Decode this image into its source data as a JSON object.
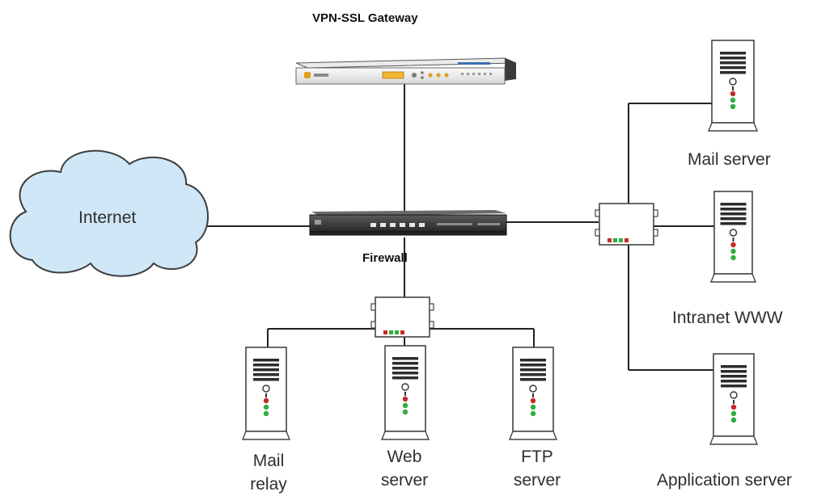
{
  "labels": {
    "vpn": "VPN-SSL Gateway",
    "firewall": "Firewall",
    "internet": "Internet",
    "mail_server": "Mail server",
    "intranet": "Intranet WWW",
    "app_server": "Application server",
    "mail_relay_1": "Mail",
    "mail_relay_2": "relay",
    "web_1": "Web",
    "web_2": "server",
    "ftp_1": "FTP",
    "ftp_2": "server"
  },
  "colors": {
    "cloud_fill": "#cfe7f7",
    "cloud_stroke": "#3d3d3d",
    "link": "#222222",
    "led_red": "#c8282a",
    "led_green": "#2fae3f",
    "vpn_display": "#f2b531",
    "device_dark": "#2c2c2c"
  },
  "icons": {
    "cloud": "cloud-icon",
    "server": "server-tower-icon",
    "switch": "network-switch-icon",
    "firewall": "firewall-appliance-icon",
    "gateway": "vpn-gateway-appliance-icon"
  }
}
